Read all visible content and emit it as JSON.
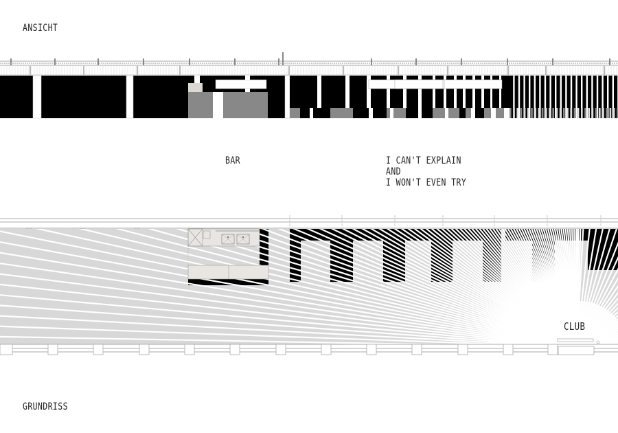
{
  "labels": {
    "elevation": "ANSICHT",
    "plan": "GRUNDRISS",
    "bar": "BAR",
    "explain_lines": [
      "I CAN'T EXPLAIN",
      "AND",
      "I WON'T EVEN TRY"
    ],
    "club": "CLUB"
  },
  "colors": {
    "black": "#000000",
    "gray_dark": "#888888",
    "gray_light": "#d8d8d8",
    "beige": "#e9e6e2",
    "line": "#999999",
    "white": "#ffffff"
  },
  "zones": [
    "BAR",
    "I CAN'T EXPLAIN AND I WON'T EVEN TRY",
    "CLUB"
  ]
}
